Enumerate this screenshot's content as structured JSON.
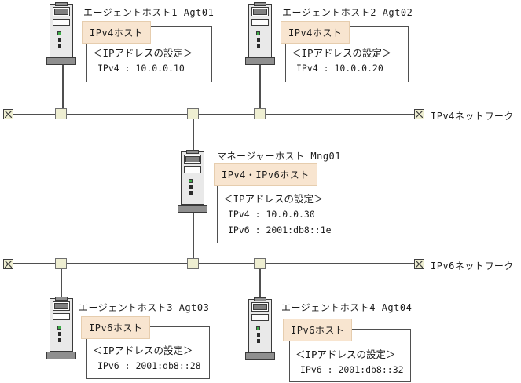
{
  "networks": [
    {
      "label": "IPv4ネットワーク"
    },
    {
      "label": "IPv6ネットワーク"
    }
  ],
  "ip_settings_heading": "＜IPアドレスの設定＞",
  "hosts": [
    {
      "name": "エージェントホスト1 Agt01",
      "type": "IPv4ホスト",
      "addresses": [
        "IPv4 : 10.0.0.10"
      ]
    },
    {
      "name": "エージェントホスト2 Agt02",
      "type": "IPv4ホスト",
      "addresses": [
        "IPv4 : 10.0.0.20"
      ]
    },
    {
      "name": "マネージャーホスト Mng01",
      "type": "IPv4・IPv6ホスト",
      "addresses": [
        "IPv4 : 10.0.0.30",
        "IPv6 : 2001:db8::1e"
      ]
    },
    {
      "name": "エージェントホスト3 Agt03",
      "type": "IPv6ホスト",
      "addresses": [
        "IPv6 : 2001:db8::28"
      ]
    },
    {
      "name": "エージェントホスト4 Agt04",
      "type": "IPv6ホスト",
      "addresses": [
        "IPv6 : 2001:db8::32"
      ]
    }
  ],
  "colors": {
    "line": "#4f4f4f",
    "node-fill": "#efefd2",
    "node-border": "#707070",
    "endpoint-border": "#3f3f3f",
    "tag-fill": "#f8e5d0",
    "tag-border": "#e6cdae",
    "box-border": "#4f4f4f",
    "text": "#1c1c1c",
    "server-body": "#e9e9e9",
    "server-dark": "#3a3a3a",
    "server-base": "#8f8f8f",
    "led": "#3fae49"
  }
}
